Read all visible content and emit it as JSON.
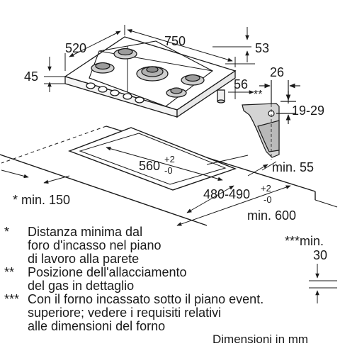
{
  "dimensions": {
    "width_hob": "520",
    "depth_hob": "750",
    "right_top": "53",
    "height_hob": "45",
    "right_side": "56",
    "detail_width": "26",
    "detail_mark": "**",
    "detail_height": "19-29",
    "cutout_width": "560",
    "cutout_width_tol_up": "+2",
    "cutout_width_tol_down": "-0",
    "cutout_depth": "480-490",
    "cutout_depth_tol_up": "+2",
    "cutout_depth_tol_down": "-0",
    "min_rear": "min. 55",
    "min_front": "* min. 150",
    "min_depth": "min. 600",
    "min_under_line1": "***min.",
    "min_under_line2": "30"
  },
  "notes": [
    {
      "mark": "*",
      "lines": [
        "Distanza minima dal",
        "foro d'incasso nel piano",
        "di lavoro alla parete"
      ]
    },
    {
      "mark": "**",
      "lines": [
        "Posizione dell'allacciamento",
        "del gas in dettaglio"
      ]
    },
    {
      "mark": "***",
      "lines": [
        "Con il forno incassato sotto il piano event.",
        "superiore; vedere i requisiti relativi",
        "alle dimensioni del forno"
      ]
    }
  ],
  "units_label": "Dimensioni in mm"
}
